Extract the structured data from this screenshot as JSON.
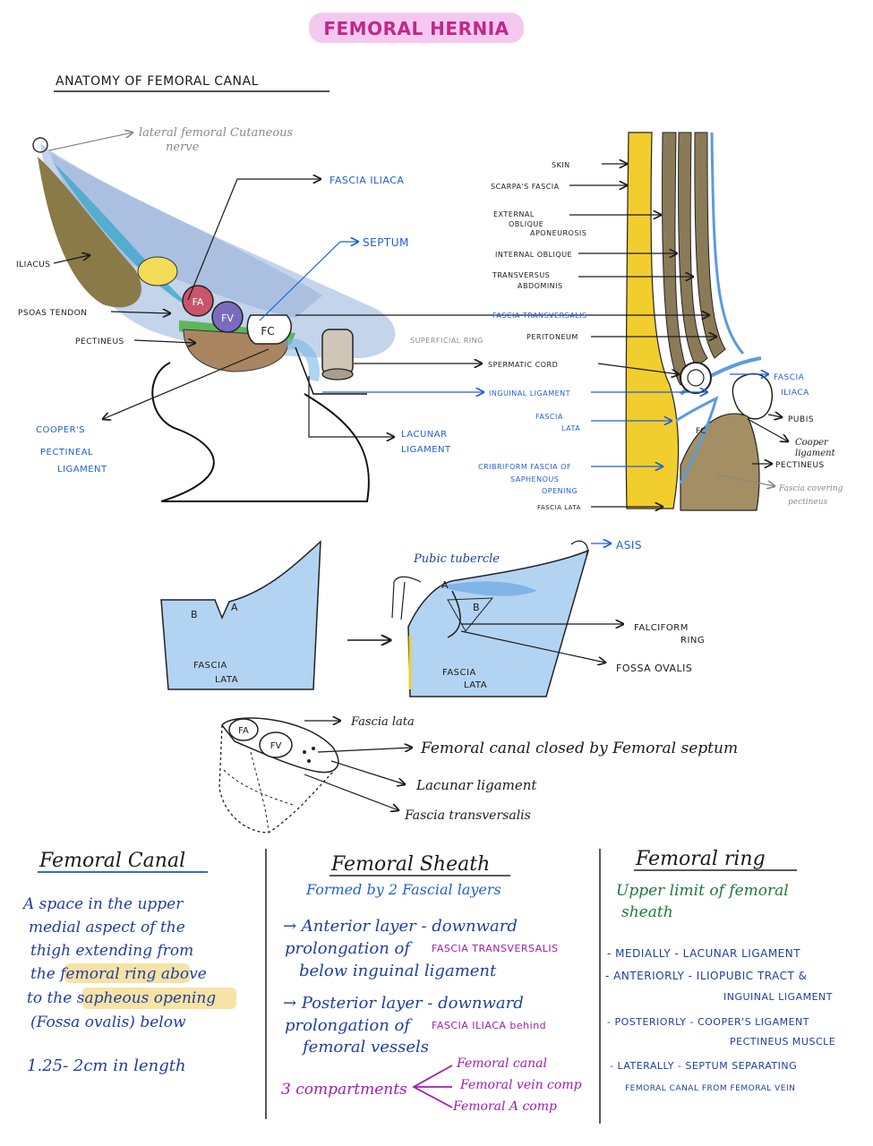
{
  "title": "FEMORAL HERNIA",
  "anatomy_heading": "ANATOMY OF FEMORAL CANAL",
  "cross_section": {
    "lateral_nerve": [
      "lateral femoral Cutaneous",
      "nerve"
    ],
    "fascia_iliaca": "FASCIA ILIACA",
    "septum": "SEPTUM",
    "iliacus": "ILIACUS",
    "psoas_tendon": "PSOAS TENDON",
    "pectineus": "PECTINEUS",
    "coopers": [
      "COOPER'S",
      "PECTINEAL",
      "LIGAMENT"
    ],
    "lacunar": [
      "LACUNAR",
      "LIGAMENT"
    ],
    "fa": "FA",
    "fv": "FV",
    "fc": "FC"
  },
  "sagittal": {
    "skin": "SKIN",
    "scarpa": "SCARPA'S FASCIA",
    "ext_oblique": [
      "EXTERNAL",
      "OBLIQUE",
      "APONEUROSIS"
    ],
    "int_oblique": "INTERNAL OBLIQUE",
    "transversus": [
      "TRANSVERSUS",
      "ABDOMINIS"
    ],
    "fascia_transversalis": "FASCIA TRANSVERSALIS",
    "superficial_ring": "SUPERFICIAL RING",
    "peritoneum": "PERITONEUM",
    "spermatic_cord": "SPERMATIC CORD",
    "inguinal_ligament": "INGUINAL LIGAMENT",
    "fascia_lata_blue": [
      "FASCIA",
      "LATA"
    ],
    "cribriform": [
      "CRIBRIFORM FASCIA OF",
      "SAPHENOUS",
      "OPENING"
    ],
    "fascia_lata_black": "FASCIA LATA",
    "fascia_iliaca_r": [
      "FASCIA",
      "ILIACA"
    ],
    "pubis": "PUBIS",
    "cooper_ligament": [
      "Cooper",
      "ligament"
    ],
    "pectineus_r": "PECTINEUS",
    "fascia_covering": [
      "Fascia covering",
      "pectineus"
    ],
    "fc_small": "FC"
  },
  "fascia_lata_figure": {
    "b": "B",
    "a": "A",
    "fascia_lata": [
      "FASCIA",
      "LATA"
    ],
    "pubic_tubercle": "Pubic tubercle",
    "asis": "ASIS",
    "falciform": [
      "FALCIFORM",
      "RING"
    ],
    "fossa_ovalis": "FOSSA OVALIS"
  },
  "sheath_figure": {
    "fa": "FA",
    "fv": "FV",
    "fascia_lata": "Fascia lata",
    "femoral_canal_closed": "Femoral canal closed by Femoral septum",
    "lacunar": "Lacunar ligament",
    "fascia_transversalis": "Fascia transversalis"
  },
  "columns": {
    "canal": {
      "heading": "Femoral Canal",
      "lines": [
        "A space in the upper",
        "medial aspect of the",
        "thigh extending from",
        "the femoral ring above",
        "to the sapheous opening",
        "(Fossa ovalis) below"
      ],
      "length": "1.25- 2cm in length"
    },
    "sheath": {
      "heading": "Femoral Sheath",
      "subheading": "Formed by 2 Fascial layers",
      "anterior_1": "→ Anterior layer - downward",
      "anterior_2a": "prolongation of",
      "anterior_2b": "FASCIA TRANSVERSALIS",
      "anterior_3": "below inguinal ligament",
      "posterior_1": "→ Posterior layer - downward",
      "posterior_2a": "prolongation of",
      "posterior_2b": "FASCIA ILIACA behind",
      "posterior_3": "femoral vessels",
      "compartments": "3 compartments",
      "comp_items": [
        "Femoral canal",
        "Femoral vein comp",
        "Femoral A comp"
      ]
    },
    "ring": {
      "heading": "Femoral ring",
      "subheading": [
        "Upper limit of femoral",
        "sheath"
      ],
      "medially": "- MEDIALLY - LACUNAR LIGAMENT",
      "anteriorly_1": "- ANTERIORLY - ILIOPUBIC TRACT &",
      "anteriorly_2": "INGUINAL LIGAMENT",
      "posteriorly_1": "- POSTERIORLY - COOPER'S LIGAMENT",
      "posteriorly_2": "PECTINEUS MUSCLE",
      "laterally_1": "- LATERALLY - SEPTUM SEPARATING",
      "laterally_2": "FEMORAL CANAL FROM FEMORAL VEIN"
    }
  }
}
